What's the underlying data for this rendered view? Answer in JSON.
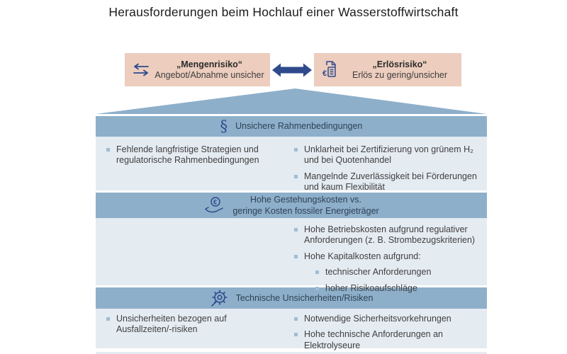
{
  "title": "Herausforderungen beim Hochlauf einer Wasserstoffwirtschaft",
  "risk_boxes": {
    "left": {
      "title": "„Mengenrisiko“",
      "subtitle": "Angebot/Abnahme unsicher",
      "icon": "swap-arrows-icon"
    },
    "right": {
      "title": "„Erlösrisiko“",
      "subtitle": "Erlös zu gering/unsicher",
      "icon": "invoice-euro-calculator-icon"
    }
  },
  "connector": {
    "icon": "double-headed-arrow-icon"
  },
  "sections": [
    {
      "title": "Unsichere Rahmenbedingungen",
      "icon": "paragraph-icon",
      "icon_glyph": "§",
      "left_bullets": [
        {
          "level": 1,
          "text": "Fehlende langfristige Strategien und regulatorische Rahmenbedingungen"
        }
      ],
      "right_bullets": [
        {
          "level": 1,
          "text": "Unklarheit bei Zertifizierung von grünem H₂ und bei Quotenhandel"
        },
        {
          "level": 1,
          "text": "Mangelnde Zuverlässigkeit bei Förderungen und kaum Flexibilität"
        }
      ]
    },
    {
      "title": "Hohe Gestehungskosten vs.\ngeringe Kosten fossiler Energieträger",
      "icon": "hand-euro-coin-icon",
      "left_bullets": [],
      "right_bullets": [
        {
          "level": 1,
          "text": "Hohe Betriebskosten aufgrund regulativer Anforderungen (z. B. Strombezugskriterien)"
        },
        {
          "level": 1,
          "text": "Hohe Kapitalkosten aufgrund:"
        },
        {
          "level": 2,
          "text": "technischer Anforderungen"
        },
        {
          "level": 2,
          "text": "hoher Risikoaufschläge"
        }
      ]
    },
    {
      "title": "Technische Unsicherheiten/Risiken",
      "icon": "gear-wrench-icon",
      "left_bullets": [
        {
          "level": 1,
          "text": "Unsicherheiten bezogen auf Ausfallzeiten/-risiken"
        }
      ],
      "right_bullets": [
        {
          "level": 1,
          "text": "Notwendige Sicherheitsvorkehrungen"
        },
        {
          "level": 1,
          "text": "Hohe technische Anforderungen an Elektrolyseure"
        }
      ]
    }
  ],
  "colors": {
    "band_blue": "#8eafca",
    "body_blue": "#e4ebf1",
    "box_salmon": "#eccdbe",
    "icon_navy": "#2e4a8c",
    "header_text": "#2e4156",
    "bullet_text": "#404040",
    "bullet_marker": "#9fbdd5"
  }
}
